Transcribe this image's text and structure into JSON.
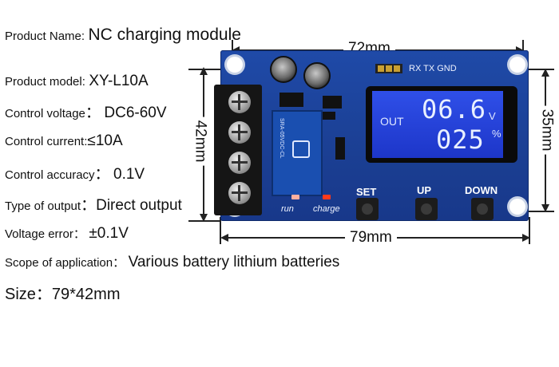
{
  "specs": [
    {
      "label": "Product Name",
      "sep": ":",
      "value": "NC charging module"
    },
    {
      "label": "Product model",
      "sep": ":",
      "value": "XY-L10A"
    },
    {
      "label": "Control voltage",
      "sep": "：",
      "value": "DC6-60V"
    },
    {
      "label": "Control current",
      "sep": ":",
      "value": "≤10A"
    },
    {
      "label": "Control accuracy",
      "sep": "：",
      "value": "0.1V"
    },
    {
      "label": "Type of output",
      "sep": "：",
      "value": "Direct output"
    },
    {
      "label": "Voltage error",
      "sep": "：",
      "value": "±0.1V"
    },
    {
      "label": "Scope of application",
      "sep": "：",
      "value": "Various battery lithium batteries"
    },
    {
      "label": "Size",
      "sep": "：",
      "value": "79*42mm"
    }
  ],
  "dimensions": {
    "top": "72mm",
    "bottom": "79mm",
    "left": "42mm",
    "right": "35mm"
  },
  "board": {
    "header_label": "RX TX GND",
    "relay_text": "SRA-05VDC-CL",
    "run_label": "run",
    "charge_label": "charge",
    "buttons": [
      "SET",
      "UP",
      "DOWN"
    ],
    "lcd": {
      "out_label": "OUT",
      "line1": "06.6",
      "line1_unit": "V",
      "line2": "025",
      "line2_unit": "%"
    }
  },
  "colors": {
    "pcb": "#1f4aa8",
    "lcd_backlight": "#2f4fe8",
    "led": "#ff3a1a"
  }
}
